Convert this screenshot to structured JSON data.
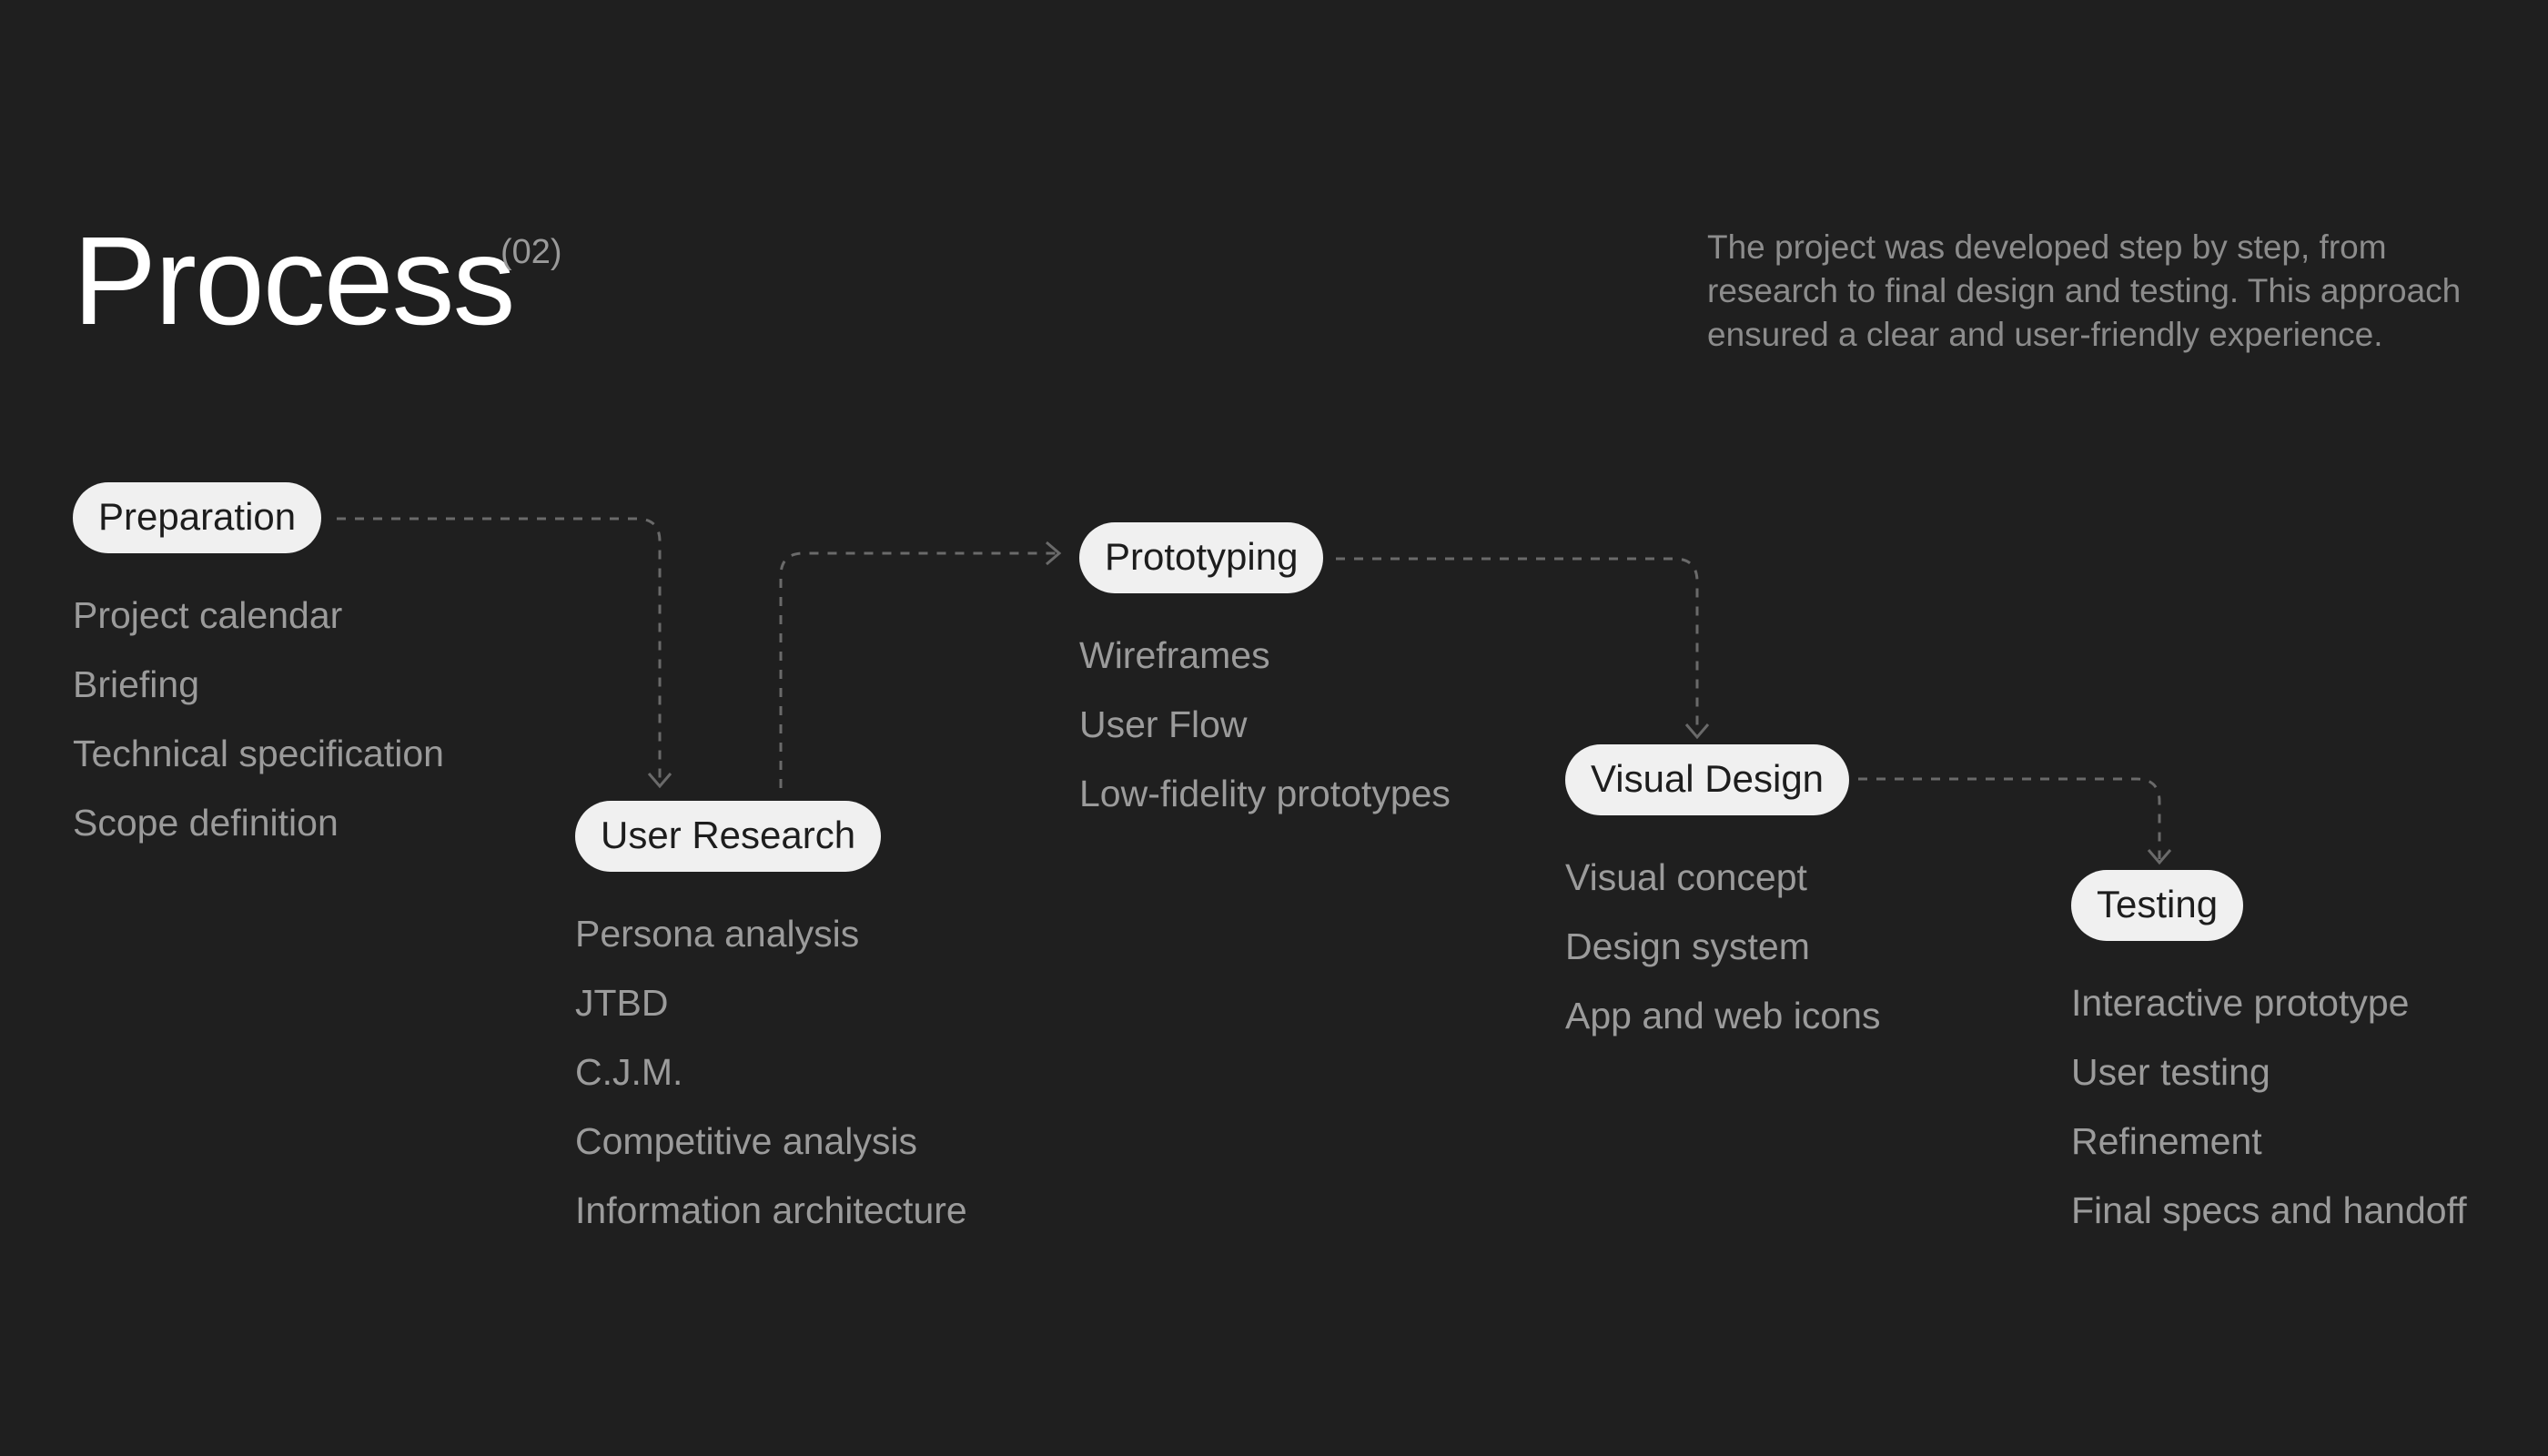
{
  "header": {
    "title": "Process",
    "title_number": "(02)",
    "intro": "The project was developed step by step, from research to final design and testing. This approach ensured a clear and user-friendly experience."
  },
  "stages": [
    {
      "label": "Preparation",
      "items": [
        "Project calendar",
        "Briefing",
        "Technical specification",
        "Scope definition"
      ]
    },
    {
      "label": "User Research",
      "items": [
        "Persona analysis",
        "JTBD",
        "C.J.M.",
        "Competitive analysis",
        "Information architecture"
      ]
    },
    {
      "label": "Prototyping",
      "items": [
        "Wireframes",
        "User Flow",
        "Low-fidelity prototypes"
      ]
    },
    {
      "label": "Visual Design",
      "items": [
        "Visual concept",
        "Design system",
        "App and web icons"
      ]
    },
    {
      "label": "Testing",
      "items": [
        "Interactive prototype",
        "User testing",
        "Refinement",
        "Final specs and handoff"
      ]
    }
  ],
  "colors": {
    "background": "#1f1f1f",
    "pill": "#f0f0f0",
    "item_text": "#9b9b9b",
    "connector": "#6a6a6a"
  }
}
